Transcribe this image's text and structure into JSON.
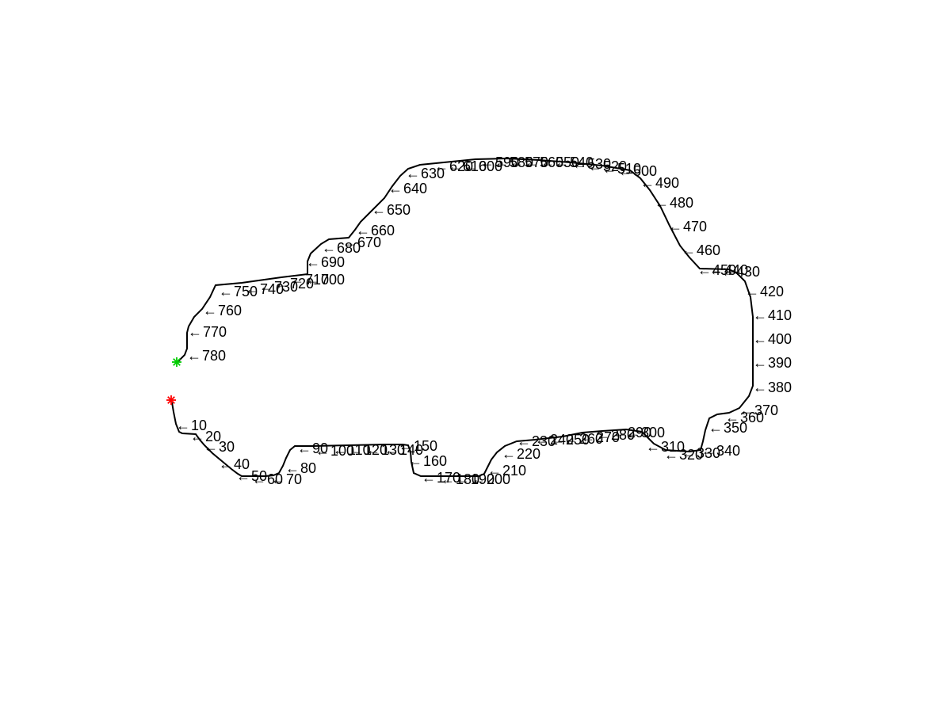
{
  "boundary_trace": {
    "line_color": "#000000",
    "start_marker": {
      "symbol": "*",
      "color": "#ff0000"
    },
    "end_marker": {
      "symbol": "*",
      "color": "#00cc00"
    },
    "arrow_glyph": "←",
    "labels": [
      "10",
      "20",
      "30",
      "40",
      "50",
      "60",
      "70",
      "80",
      "90",
      "100",
      "110",
      "120",
      "130",
      "140",
      "150",
      "160",
      "170",
      "180",
      "190",
      "200",
      "210",
      "220",
      "230",
      "240",
      "250",
      "260",
      "270",
      "280",
      "290",
      "300",
      "310",
      "320",
      "330",
      "340",
      "350",
      "360",
      "370",
      "380",
      "390",
      "400",
      "410",
      "420",
      "430",
      "440",
      "450",
      "460",
      "470",
      "480",
      "490",
      "500",
      "510",
      "520",
      "530",
      "540",
      "550",
      "560",
      "570",
      "580",
      "590",
      "600",
      "610",
      "620",
      "630",
      "640",
      "650",
      "660",
      "670",
      "680",
      "690",
      "700",
      "710",
      "720",
      "730",
      "740",
      "750",
      "760",
      "770",
      "780"
    ]
  }
}
